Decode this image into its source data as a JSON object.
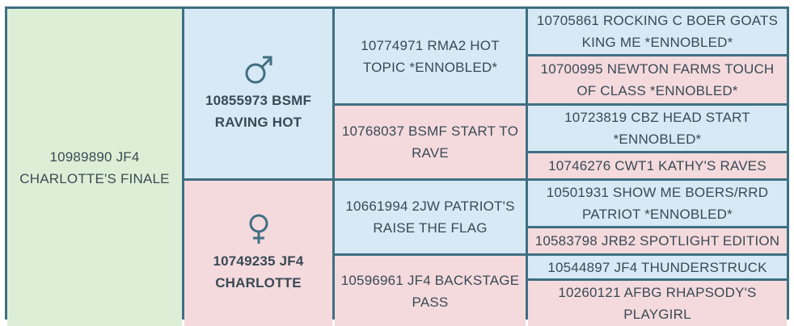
{
  "subject": "10989890 JF4 CHARLOTTE'S FINALE",
  "sire": {
    "symbol": "male-symbol-icon",
    "name": "10855973 BSMF RAVING HOT",
    "sire": {
      "name": "10774971 RMA2 HOT TOPIC *ENNOBLED*",
      "sire": "10705861 ROCKING C BOER GOATS KING ME *ENNOBLED*",
      "dam": "10700995 NEWTON FARMS TOUCH OF CLASS *ENNOBLED*"
    },
    "dam": {
      "name": "10768037 BSMF START TO RAVE",
      "sire": "10723819 CBZ HEAD START *ENNOBLED*",
      "dam": "10746276 CWT1 KATHY'S RAVES"
    }
  },
  "dam": {
    "symbol": "female-symbol-icon",
    "name": "10749235 JF4 CHARLOTTE",
    "sire": {
      "name": "10661994 2JW PATRIOT'S RAISE THE FLAG",
      "sire": "10501931 SHOW ME BOERS/RRD PATRIOT *ENNOBLED*",
      "dam": "10583798 JRB2 SPOTLIGHT EDITION"
    },
    "dam": {
      "name": "10596961 JF4 BACKSTAGE PASS",
      "sire": "10544897 JF4 THUNDERSTRUCK",
      "dam": "10260121 AFBG RHAPSODY'S PLAYGIRL"
    }
  },
  "colors": {
    "border": "#3f6f82",
    "subject_bg": "#dcefd6",
    "male_bg": "#d6e9f4",
    "female_bg": "#f4dadd",
    "text": "#3a4a55"
  }
}
